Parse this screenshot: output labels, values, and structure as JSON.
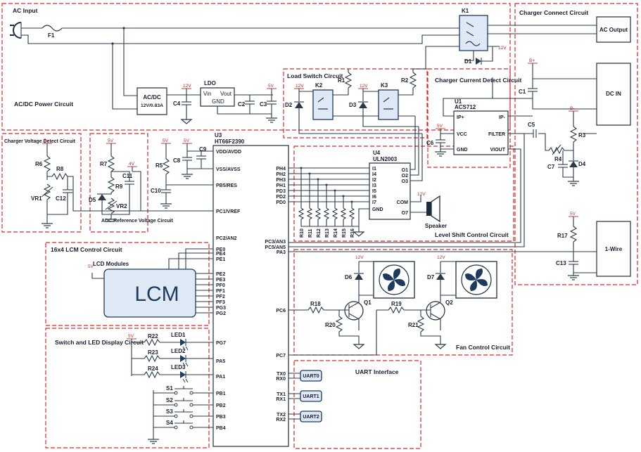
{
  "blocks": {
    "ac_input": "AC Input",
    "ac_dc_power": "AC/DC Power Circuit",
    "charger_voltage": "Charger Voltage Detect Circuit",
    "adc_ref": "ADC Reference Voltage Circuit",
    "load_switch": "Load Switch Circuit",
    "charger_current": "Charger Current Detect Circuit",
    "charger_connect": "Charger Connect Circuit",
    "level_shift": "Level Shift Control Circuit",
    "lcm_control": "16x4 LCM Control Circuit",
    "switch_led": "Switch and LED Display Circuit",
    "fan_control": "Fan Control Circuit",
    "uart_interface": "UART Interface"
  },
  "components": {
    "acdc": [
      "AC/DC",
      "12V/0.83A"
    ],
    "ldo": "LDO",
    "ldo_vin": "Vin",
    "ldo_vout": "Vout",
    "ldo_gnd": "GND",
    "u3_ref": "U3",
    "u3_part": "HT66F2390",
    "u4_ref": "U4",
    "u4_part": "ULN2003",
    "u1_ref": "U1",
    "u1_part": "ACS712",
    "lcm_modules": "LCD Modules",
    "lcm": "LCM",
    "ac_output": "AC Output",
    "dc_in": "DC IN",
    "one_wire": "1-Wire",
    "speaker": "Speaker",
    "uart0": "UART0",
    "uart1": "UART1",
    "uart2": "UART2"
  },
  "voltages": {
    "v12": "12V",
    "v5": "5V",
    "v4": "4V",
    "bplus": "B+",
    "bminus": "B-"
  },
  "refs": {
    "F1": "F1",
    "K1": "K1",
    "K2": "K2",
    "K3": "K3",
    "D1": "D1",
    "D2": "D2",
    "D3": "D3",
    "D4": "D4",
    "D5": "D5",
    "D6": "D6",
    "D7": "D7",
    "C1": "C1",
    "C2": "C2",
    "C3": "C3",
    "C4": "C4",
    "C5": "C5",
    "C6": "C6",
    "C7": "C7",
    "C8": "C8",
    "C9": "C9",
    "C10": "C10",
    "C11": "C11",
    "C12": "C12",
    "C13": "C13",
    "R1": "R1",
    "R2": "R2",
    "R3": "R3",
    "R4": "R4",
    "R5": "R5",
    "R6": "R6",
    "R7": "R7",
    "R8": "R8",
    "R9": "R9",
    "R17": "R17",
    "R18": "R18",
    "R19": "R19",
    "R20": "R20",
    "R21": "R21",
    "R22": "R22",
    "R23": "R23",
    "R24": "R24",
    "VR1": "VR1",
    "VR2": "VR2",
    "Q1": "Q1",
    "Q2": "Q2",
    "LED1": "LED1",
    "LED2": "LED2",
    "LED3": "LED3",
    "S1": "S1",
    "S2": "S2",
    "S3": "S3",
    "S4": "S4"
  },
  "level_shift_resistors": [
    "R10",
    "R11",
    "R12",
    "R13",
    "R14",
    "R15",
    "R16"
  ],
  "u3_left_pins": [
    "VDD/AVDD",
    "VSS/AVSS",
    "PB5/RES",
    "PC1/VREF",
    "PC2/AN2",
    "PE0",
    "PE4",
    "PE1",
    "PE2",
    "PE3",
    "PF0",
    "PF1",
    "PF2",
    "PF3",
    "PG3",
    "PG2",
    "PG7",
    "PA5",
    "PA1",
    "PB1",
    "PB2",
    "PB3",
    "PB4"
  ],
  "u3_right_pins": [
    "PH4",
    "PH2",
    "PH3",
    "PH1",
    "PD3",
    "PD2",
    "PD0",
    "PC3/AN3",
    "PC5/AN5",
    "PA3",
    "PC6",
    "PC7",
    "TX0",
    "RX0",
    "TX1",
    "RX1",
    "TX2",
    "RX2"
  ],
  "u4_left_pins": [
    "I1",
    "I4",
    "I2",
    "I3",
    "I5",
    "I6",
    "I7",
    "GND"
  ],
  "u4_right_pins": [
    "O1",
    "O2",
    "O3",
    "COM",
    "O7"
  ],
  "u1_left_pins": [
    "IP+",
    "VCC",
    "GND"
  ],
  "u1_right_pins": [
    "IP-",
    "FILTER",
    "VIOUT"
  ]
}
